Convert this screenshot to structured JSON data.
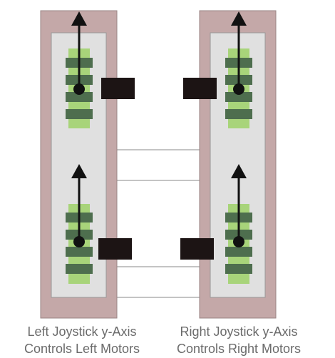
{
  "colors": {
    "outer_frame": "#c4a8a8",
    "outer_frame_stroke": "#9a8484",
    "inner_panel": "#e0e0e0",
    "inner_panel_stroke": "#999999",
    "wheel_light": "#a8d47a",
    "wheel_dark": "#4e6e4e",
    "motor": "#1c1414",
    "arrow": "#111111",
    "connector": "#888888"
  },
  "caption_left": {
    "line1": "Left Joystick y-Axis",
    "line2": "Controls Left Motors"
  },
  "caption_right": {
    "line1": "Right Joystick y-Axis",
    "line2": "Controls Right Motors"
  }
}
